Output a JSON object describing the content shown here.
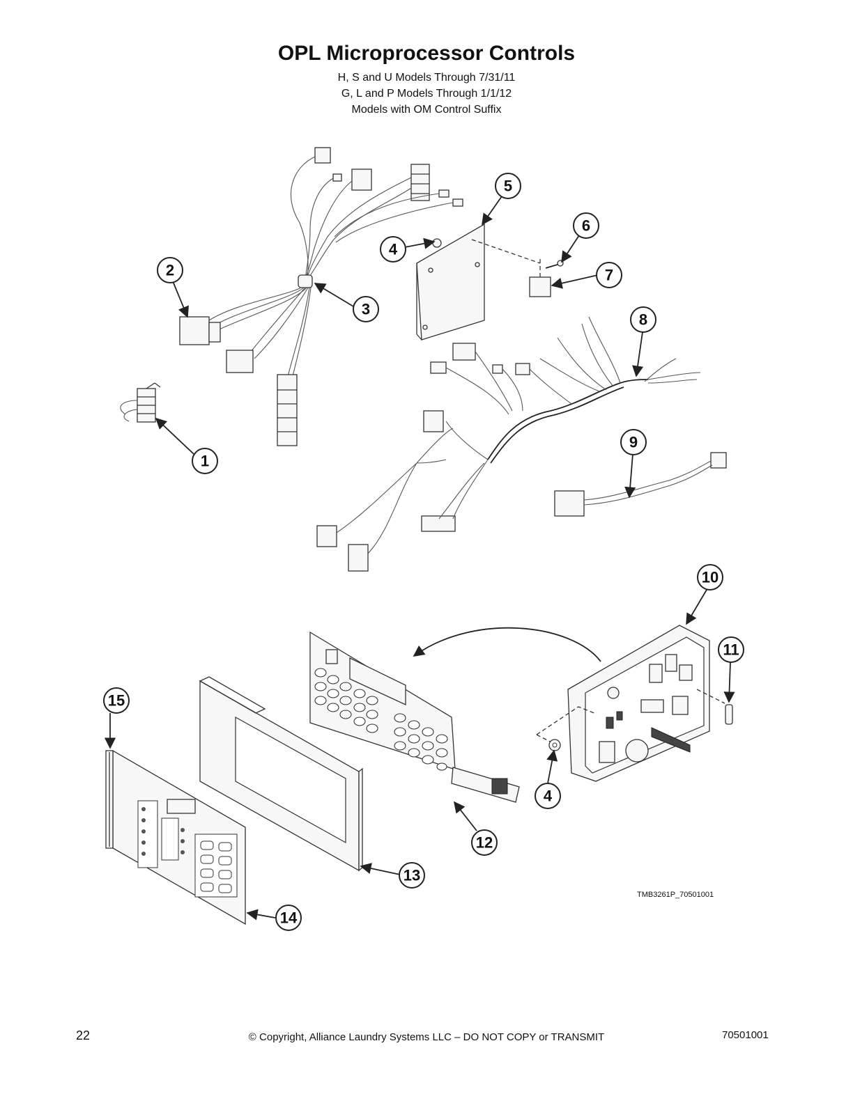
{
  "page": {
    "title": "OPL Microprocessor Controls",
    "subtitles": [
      "H, S and U Models Through 7/31/11",
      "G, L and P Models Through 1/1/12",
      "Models with OM Control Suffix"
    ],
    "figure_code": "TMB3261P_70501001",
    "page_number": "22",
    "copyright": "© Copyright, Alliance Laundry Systems LLC – DO NOT COPY or TRANSMIT",
    "doc_number": "70501001"
  },
  "callouts": [
    "1",
    "2",
    "3",
    "4",
    "5",
    "6",
    "7",
    "8",
    "9",
    "10",
    "11",
    "12",
    "13",
    "14",
    "15"
  ]
}
